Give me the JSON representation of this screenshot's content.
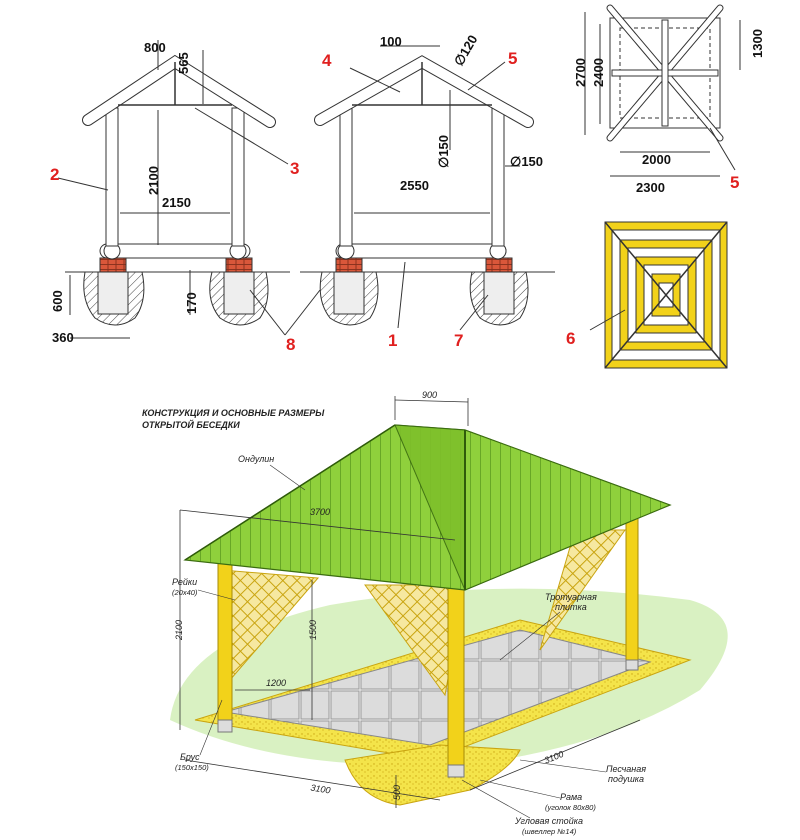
{
  "front_view": {
    "dims": [
      "800",
      "565",
      "2100",
      "2150",
      "600",
      "360",
      "170"
    ],
    "callouts": [
      "2",
      "3",
      "8"
    ]
  },
  "side_view": {
    "dims": [
      "100",
      "∅120",
      "∅150",
      "∅150",
      "2550"
    ],
    "callouts": [
      "4",
      "5",
      "1",
      "7"
    ]
  },
  "plan_view": {
    "dims": [
      "2700",
      "2400",
      "1300",
      "2000",
      "2300"
    ],
    "callouts": [
      "5"
    ]
  },
  "roof_view": {
    "callouts": [
      "6"
    ]
  },
  "perspective": {
    "title_line1": "КОНСТРУКЦИЯ И ОСНОВНЫЕ РАЗМЕРЫ",
    "title_line2": "ОТКРЫТОЙ БЕСЕДКИ",
    "labels": {
      "ondulin": "Ондулин",
      "reiki": "Рейки",
      "reiki_size": "(20х40)",
      "trotuarnaya": "Тротуарная",
      "plitka": "плитка",
      "brus": "Брус",
      "brus_size": "(150х150)",
      "peschanaya": "Песчаная",
      "podushka": "подушка",
      "rama": "Рама",
      "rama_size": "(уголок 80х80)",
      "uglovaya": "Угловая стойка",
      "uglovaya_size": "(швеллер №14)"
    },
    "dims": {
      "top": "900",
      "ridge": "3700",
      "height": "2100",
      "lattice": "1500",
      "width_inner": "1200",
      "depth": "500",
      "side": "3100",
      "front": "3100"
    }
  },
  "colors": {
    "roof_green": "#8fd03c",
    "wood_yellow": "#f2d21a",
    "callout_red": "#e0201f",
    "sand": "#f4e44a",
    "grass": "#bfe6a0"
  }
}
